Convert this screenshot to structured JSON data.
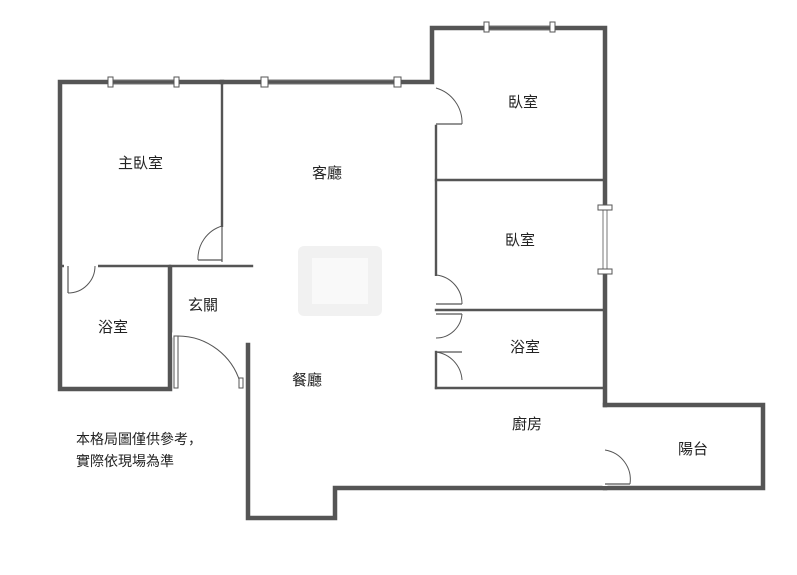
{
  "rooms": {
    "master_bedroom": "主臥室",
    "living_room": "客廳",
    "bedroom_1": "臥室",
    "bedroom_2": "臥室",
    "master_bath": "浴室",
    "entrance": "玄關",
    "bath_2": "浴室",
    "dining_room": "餐廳",
    "kitchen": "廚房",
    "balcony": "陽台"
  },
  "note": {
    "line1": "本格局圖僅供參考，",
    "line2": "實際依現場為準"
  },
  "colors": {
    "wall": "#555555",
    "background": "#ffffff",
    "text": "#222222"
  }
}
